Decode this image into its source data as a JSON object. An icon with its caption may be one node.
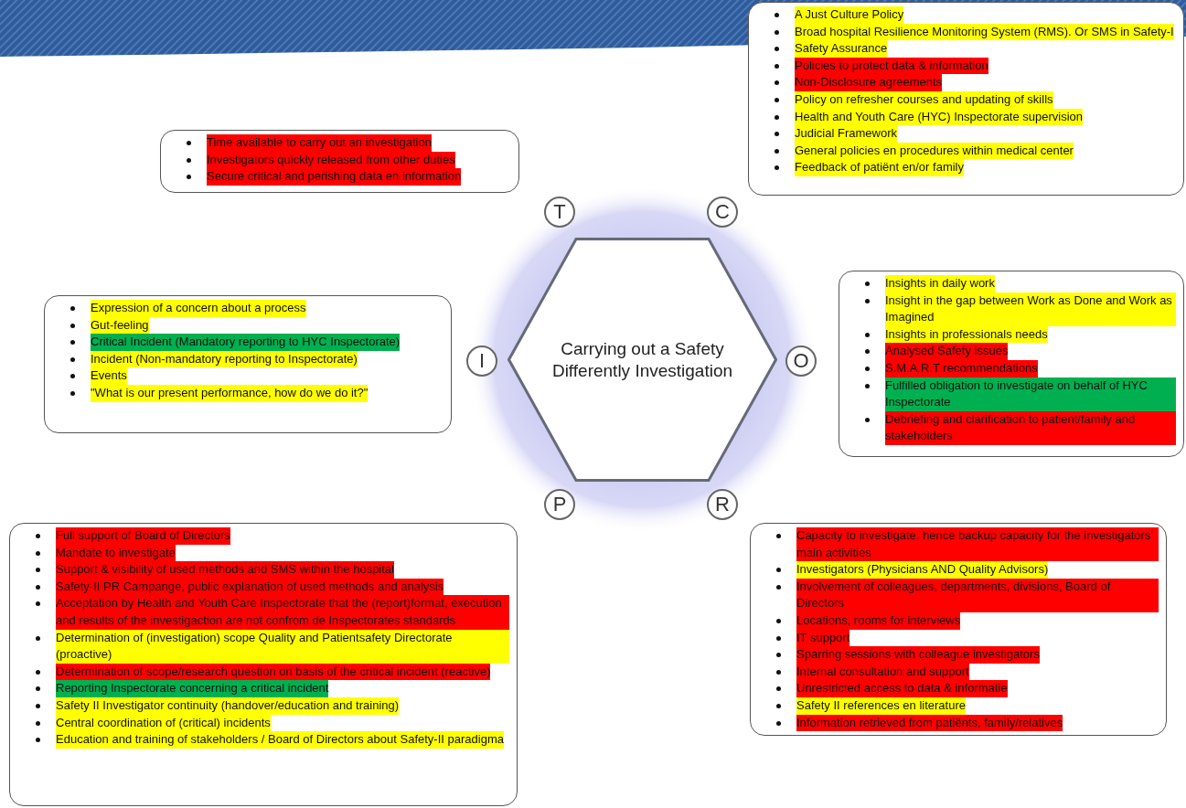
{
  "diagram": {
    "nodes": [
      {
        "text": [
          "A Just Culture Policy",
          "Broad hospital Resilience Monitoring System (RMS). Or SMS in Safety-I",
          "Safety Assurance",
          "Policies to protect data & information",
          "Non-Disclosure agreements",
          "Policy on refresher courses and updating of skills",
          "Health and Youth Care (HYC) Inspectorate supervision",
          "Judicial Framework",
          "General policies en procedures within medical center",
          "Feedback of patiënt en/or family"
        ]
      },
      {
        "text": [
          "Time available to carry out an investigation",
          "Investigators quickly released from other duties",
          "Secure critical and perishing data en information"
        ]
      },
      {
        "text": [
          "T"
        ]
      },
      {
        "text": [
          "C"
        ]
      },
      {
        "text": [
          "Expression of a concern about a process",
          "Gut-feeling",
          "Critical Incident (Mandatory reporting to HYC Inspectorate)",
          "Incident (Non-mandatory reporting to Inspectorate)",
          "Events",
          "\"What is our present performance, how do we do it?\""
        ]
      },
      {
        "text": [
          "I"
        ]
      },
      {
        "text": [
          "Carrying out a Safety Differently Investigation"
        ]
      },
      {
        "text": [
          "O"
        ]
      },
      {
        "text": [
          "Insights in daily work",
          "Insight in the gap between Work as Done and Work as Imagined",
          "Insights in professionals needs",
          "Analysed Safety issues",
          "S.M.A.R.T recommendations",
          "Fulfilled obligation to investigate on behalf of HYC Inspectorate",
          "Debriefing and clarification to patient/family and stakeholders"
        ]
      },
      {
        "text": [
          "P"
        ]
      },
      {
        "text": [
          "R"
        ]
      },
      {
        "text": [
          "Capacity to investigate, hence backup capacity for the investigators' main activities",
          "Investigators (Physicians AND Quality Advisors)",
          "Involvement of colleagues, departments, divisions, Board of Directors",
          "Locations, rooms for interviews",
          "IT support",
          "Sparring sessions with colleague investigators",
          "Internal consultation and support",
          "Unrestricted access to data & informatie",
          "Safety II references en literature",
          "Information retrieved from patiënts, family/relatives"
        ]
      },
      {
        "text": [
          "Full support of Board of Directors",
          "Mandate to investigate",
          "Support & visibility of used methods and SMS within the hospital",
          "Safety-II PR Campange, public explanation of used methods and analysis",
          "Acceptation by Health and Youth Care Inspectorate that the (report)format, execution and results of the investigaction are not confrom de Inspectorates standards",
          "Determination of (investigation) scope Quality and Patientsafety Directorate (proactive)",
          "Determination of scope/research question on basis of the critical incident (reactive)",
          "Reporting Inspectorate concerning a critical incident",
          "Safety II Investigator continuity (handover/education and training)",
          "Central coordination of (critical) incidents",
          "Education and training of stakeholders / Board of Directors about Safety-II paradigma"
        ]
      }
    ]
  }
}
